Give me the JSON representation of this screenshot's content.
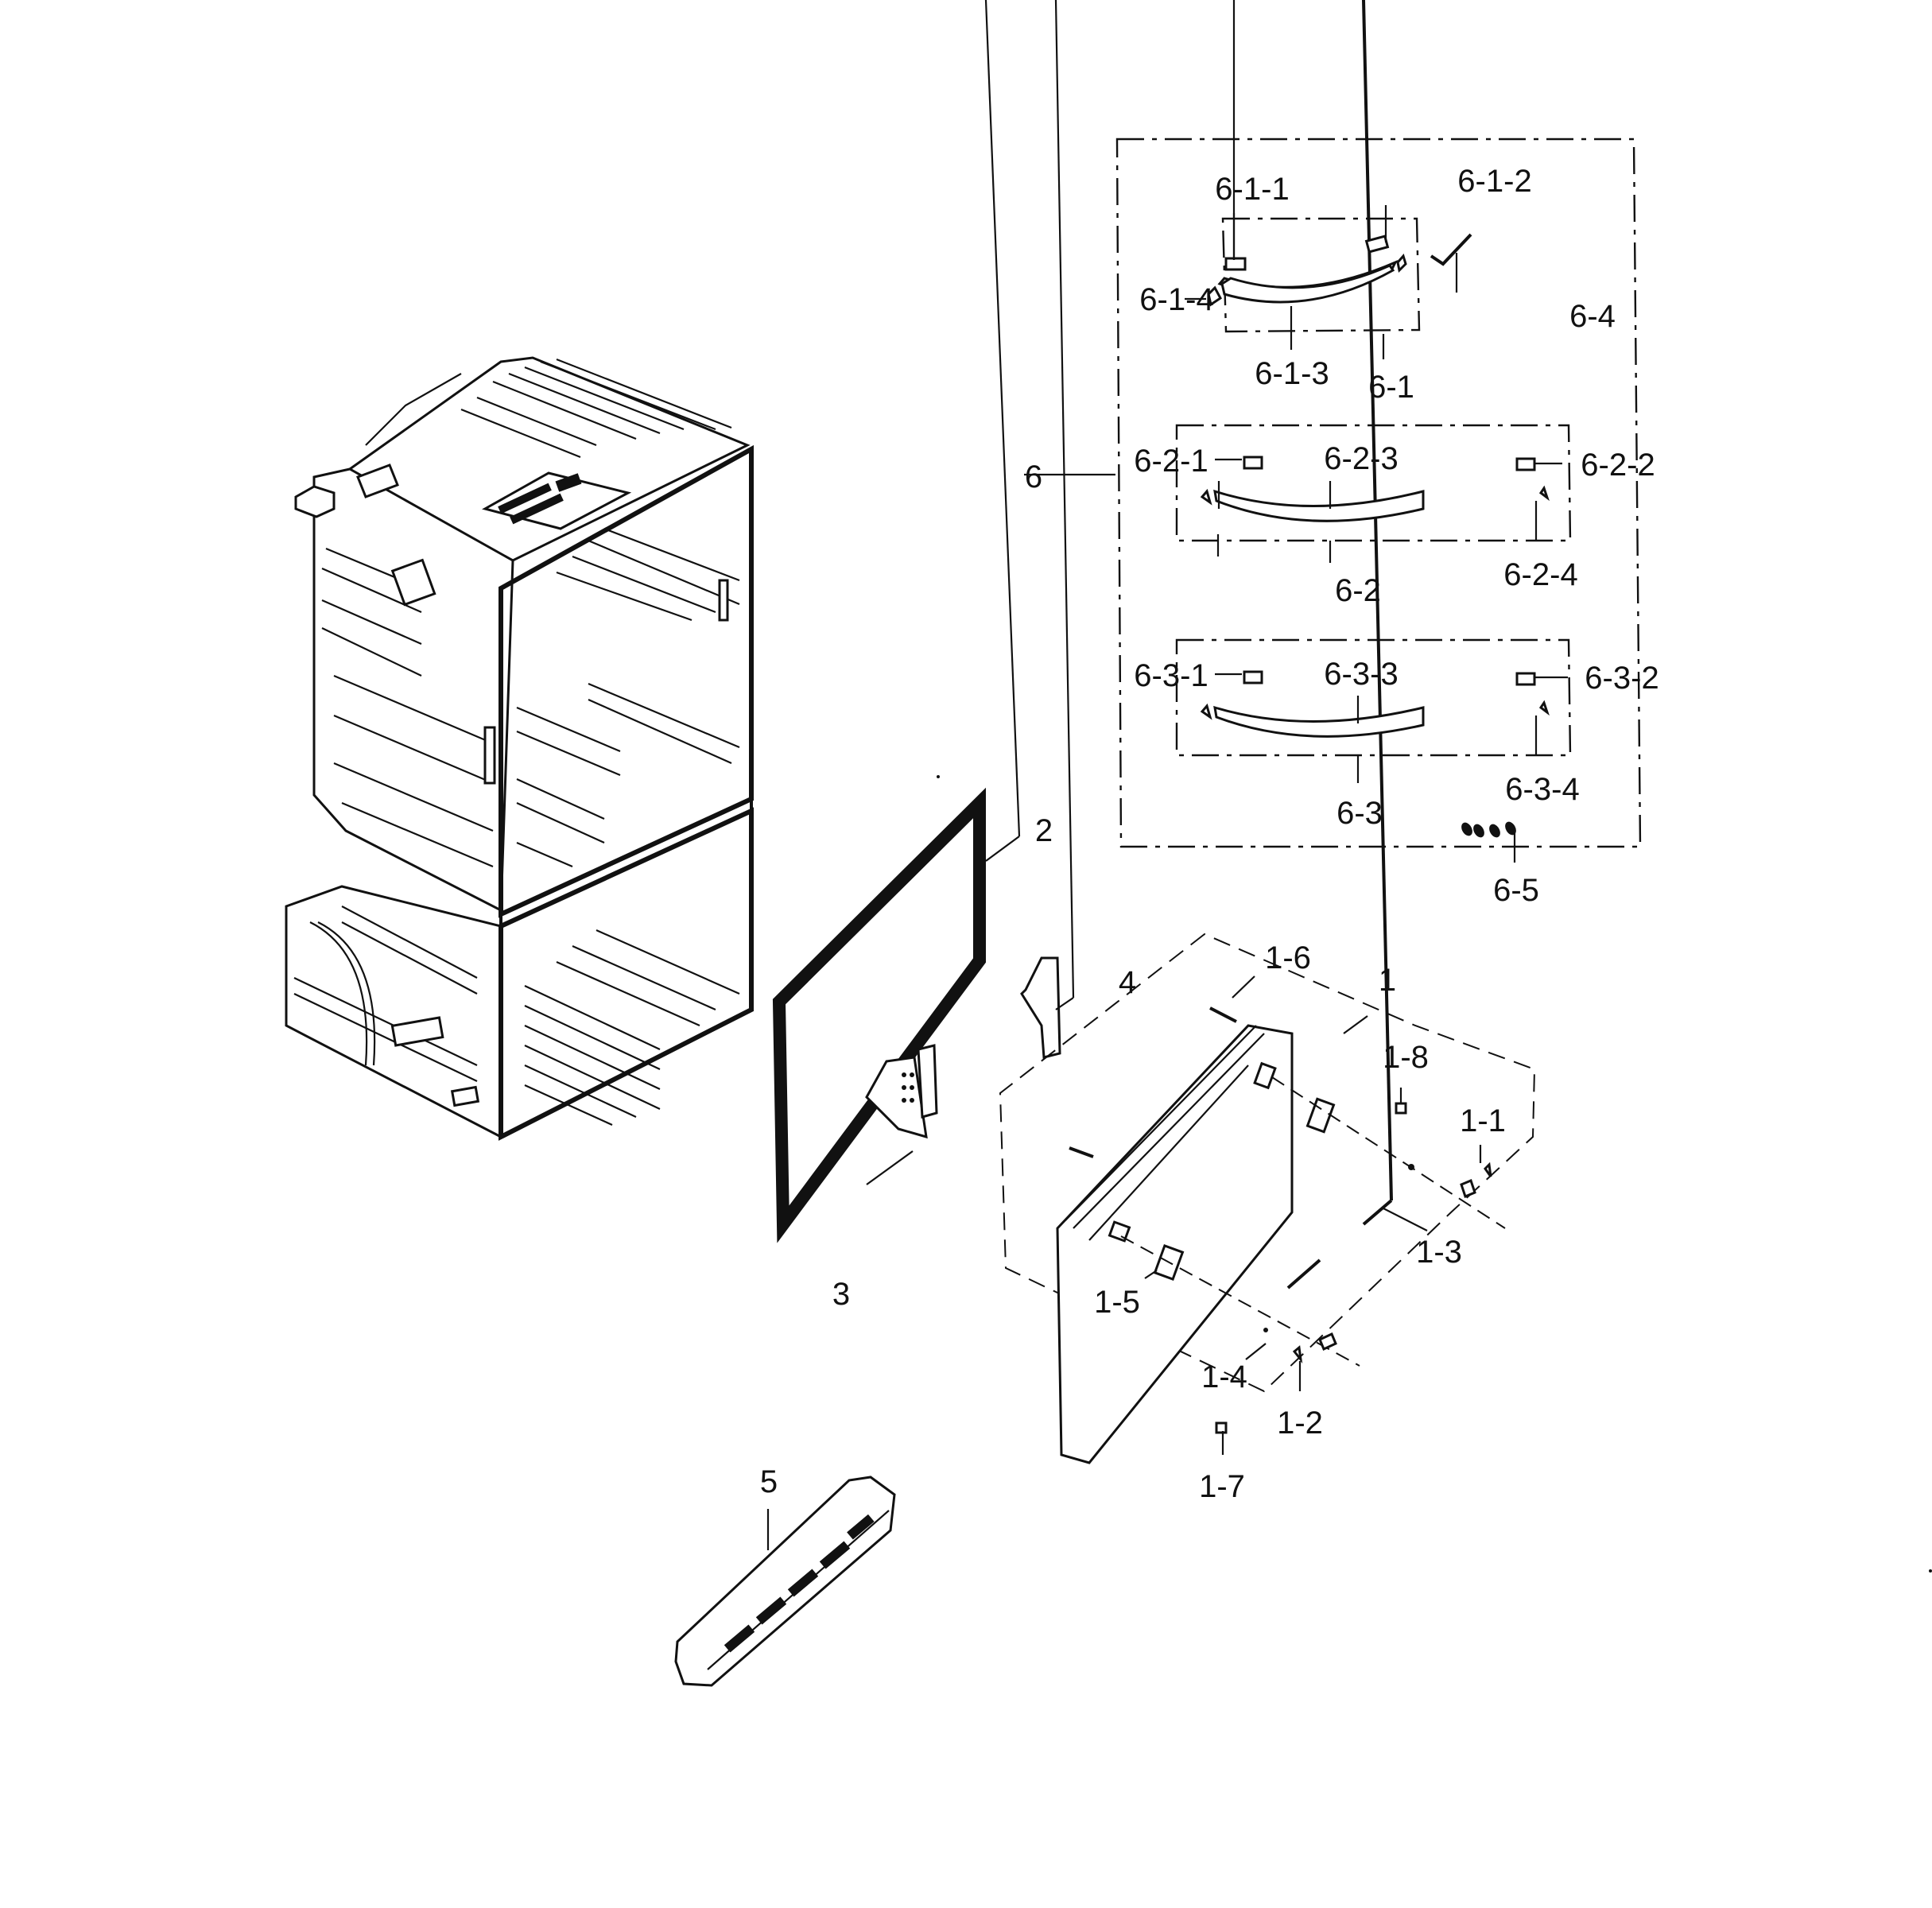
{
  "diagram": {
    "title": "",
    "type": "exploded-parts-diagram",
    "subject": "Refrigerator cabinet with freezer drawer assembly",
    "labels": {
      "p1": "1",
      "p1_1": "1-1",
      "p1_2": "1-2",
      "p1_3": "1-3",
      "p1_4": "1-4",
      "p1_5": "1-5",
      "p1_6": "1-6",
      "p1_7": "1-7",
      "p1_8": "1-8",
      "p2": "2",
      "p3": "3",
      "p4": "4",
      "p5": "5",
      "p6": "6",
      "p6_1": "6-1",
      "p6_1_1": "6-1-1",
      "p6_1_2": "6-1-2",
      "p6_1_3": "6-1-3",
      "p6_1_4": "6-1-4",
      "p6_2": "6-2",
      "p6_2_1": "6-2-1",
      "p6_2_2": "6-2-2",
      "p6_2_3": "6-2-3",
      "p6_2_4": "6-2-4",
      "p6_3": "6-3",
      "p6_3_1": "6-3-1",
      "p6_3_2": "6-3-2",
      "p6_3_3": "6-3-3",
      "p6_3_4": "6-3-4",
      "p6_4": "6-4",
      "p6_5": "6-5"
    },
    "groups": [
      {
        "id": "6",
        "members": [
          "6-1",
          "6-2",
          "6-3",
          "6-4",
          "6-5"
        ]
      },
      {
        "id": "6-1",
        "members": [
          "6-1-1",
          "6-1-2",
          "6-1-3",
          "6-1-4"
        ]
      },
      {
        "id": "6-2",
        "members": [
          "6-2-1",
          "6-2-2",
          "6-2-3",
          "6-2-4"
        ]
      },
      {
        "id": "6-3",
        "members": [
          "6-3-1",
          "6-3-2",
          "6-3-3",
          "6-3-4"
        ]
      },
      {
        "id": "1",
        "members": [
          "1-1",
          "1-2",
          "1-3",
          "1-4",
          "1-5",
          "1-6",
          "1-7",
          "1-8"
        ]
      }
    ],
    "colors": {
      "ink": "#111111",
      "background": "#ffffff"
    }
  }
}
